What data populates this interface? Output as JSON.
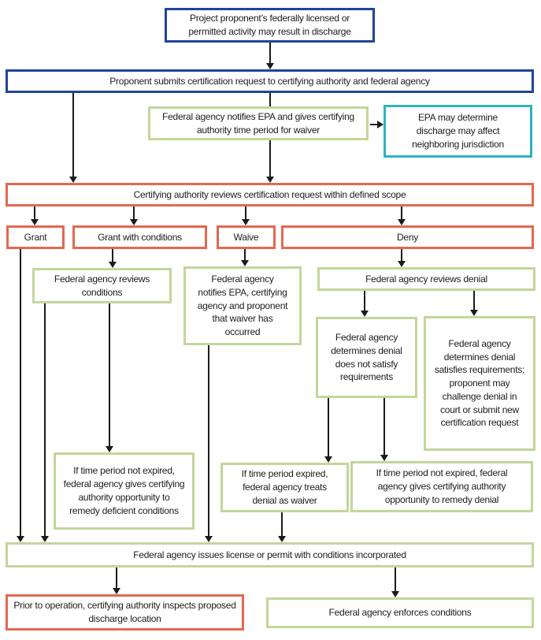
{
  "colors": {
    "dark_blue": "#1F4499",
    "salmon_red": "#E2694F",
    "yellow_green": "#C3D69B",
    "teal": "#2EB4BE",
    "arrow_ink": "#1B1B1B",
    "text_color": "#1C1C1C",
    "background": "#FFFFFF"
  },
  "nodes": {
    "start": "Project proponent’s federally licensed or permitted activity may result in discharge",
    "submit": "Proponent submits certification request to certifying authority and federal agency",
    "notify_epa": "Federal agency notifies EPA and gives certifying authority time period for waiver",
    "epa_determine": "EPA may determine discharge may affect neighboring jurisdiction",
    "review": "Certifying authority reviews certification request within defined scope",
    "grant": "Grant",
    "grant_conditions": "Grant with conditions",
    "waive": "Waive",
    "deny": "Deny",
    "reviews_conditions": "Federal agency reviews conditions",
    "waiver_occurred": "Federal agency notifies EPA, certifying agency and proponent that waiver has occurred",
    "reviews_denial": "Federal agency reviews denial",
    "denial_not_satisfy": "Federal agency determines denial does not satisfy requirements",
    "denial_satisfies": "Federal agency determines denial satisfies requirements; proponent may challenge denial in court or submit new certification request",
    "remedy_deficient": "If time period not expired, federal agency gives certifying authority opportunity to remedy deficient conditions",
    "expired_waiver": "If time period expired, federal agency treats denial as waiver",
    "remedy_denial": "If time period not expired, federal agency gives certifying authority opportunity to remedy denial",
    "issues": "Federal agency issues license or permit with conditions incorporated",
    "inspect": "Prior to operation, certifying authority inspects proposed discharge location",
    "enforce": "Federal agency enforces conditions"
  }
}
